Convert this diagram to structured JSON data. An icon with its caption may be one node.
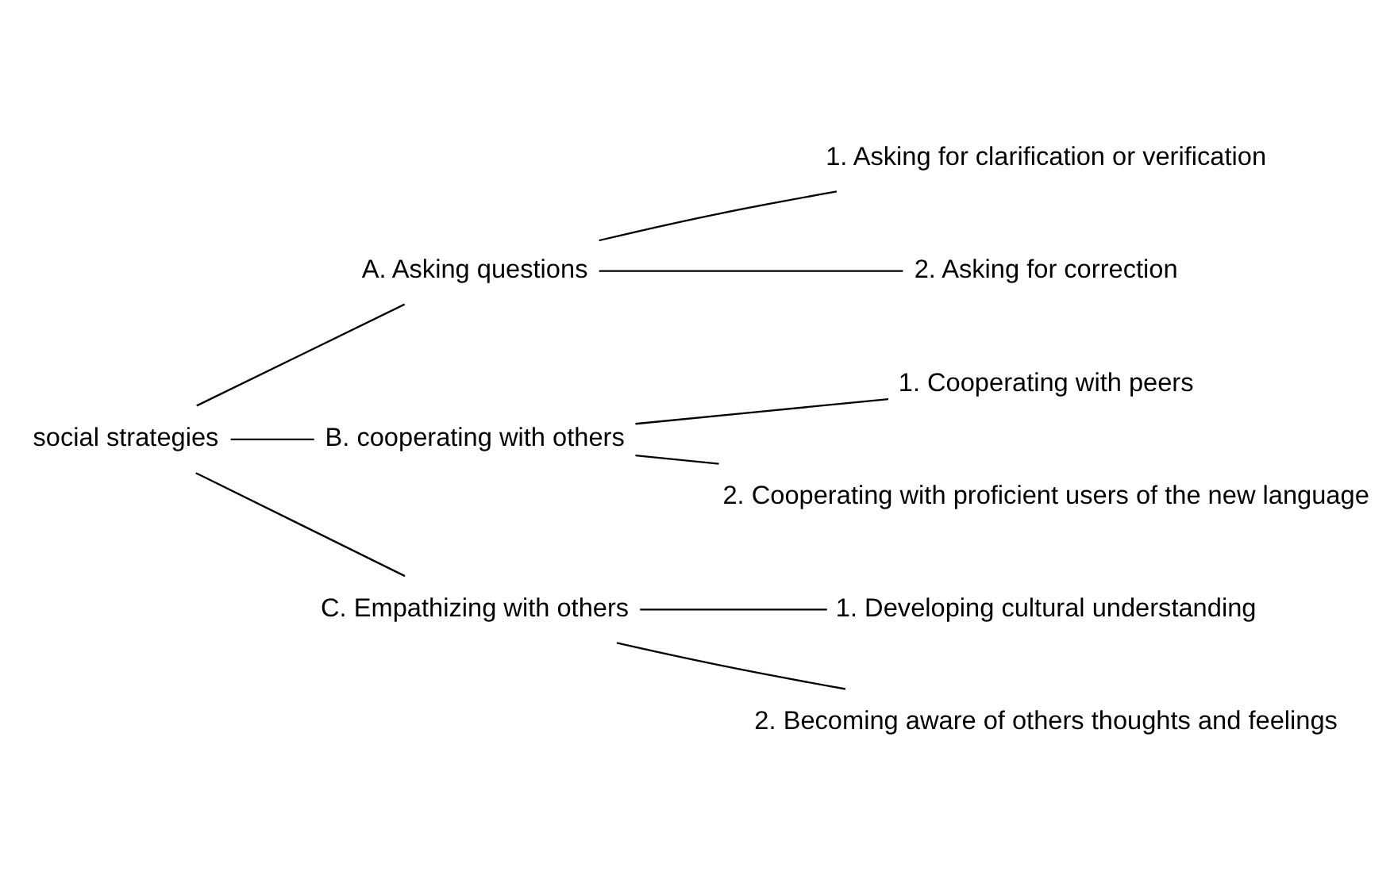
{
  "diagram": {
    "nodes": [
      {
        "text": [
          "social strategies"
        ]
      },
      {
        "text": [
          "A. Asking questions"
        ]
      },
      {
        "text": [
          "B. cooperating with others"
        ]
      },
      {
        "text": [
          "C. Empathizing with others"
        ]
      },
      {
        "text": [
          "1. Asking for clarification or verification"
        ]
      },
      {
        "text": [
          "2. Asking for correction"
        ]
      },
      {
        "text": [
          "1. Cooperating with peers"
        ]
      },
      {
        "text": [
          "2. Cooperating with proficient users of the new language"
        ]
      },
      {
        "text": [
          "1. Developing cultural understanding"
        ]
      },
      {
        "text": [
          "2. Becoming aware of others thoughts and feelings"
        ]
      }
    ],
    "edges": [
      {
        "from": 0,
        "to": 1,
        "arrow": "none"
      },
      {
        "from": 0,
        "to": 2,
        "arrow": "none"
      },
      {
        "from": 0,
        "to": 3,
        "arrow": "none"
      },
      {
        "from": 1,
        "to": 4,
        "arrow": "none"
      },
      {
        "from": 1,
        "to": 5,
        "arrow": "none"
      },
      {
        "from": 2,
        "to": 6,
        "arrow": "none"
      },
      {
        "from": 2,
        "to": 7,
        "arrow": "none"
      },
      {
        "from": 3,
        "to": 8,
        "arrow": "none"
      },
      {
        "from": 3,
        "to": 9,
        "arrow": "none"
      }
    ]
  }
}
